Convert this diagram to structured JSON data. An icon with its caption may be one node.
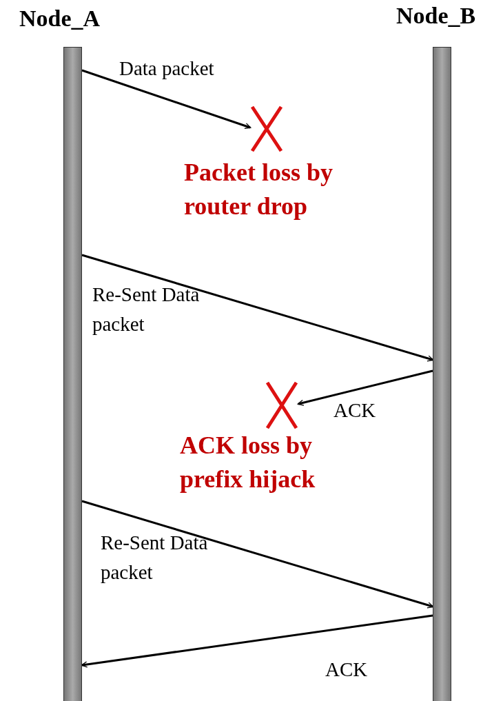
{
  "diagram": {
    "nodes": [
      {
        "text": [
          "Node_A"
        ]
      },
      {
        "text": [
          "Node_B"
        ]
      },
      {
        "text": [],
        "shape": "cross",
        "beside": [
          "Packet loss by router drop"
        ]
      },
      {
        "text": [],
        "shape": "cross",
        "beside": [
          "ACK loss by prefix hijack"
        ]
      }
    ],
    "edges": [
      {
        "from": 0,
        "to": 2,
        "arrow": "to",
        "label": "Data packet"
      },
      {
        "from": 0,
        "to": 1,
        "arrow": "to",
        "label": "Re-Sent Data packet"
      },
      {
        "from": 1,
        "to": 3,
        "arrow": "to",
        "label": "ACK"
      },
      {
        "from": 0,
        "to": 1,
        "arrow": "to",
        "label": "Re-Sent Data packet"
      },
      {
        "from": 1,
        "to": 0,
        "arrow": "to",
        "label": "ACK"
      }
    ]
  }
}
